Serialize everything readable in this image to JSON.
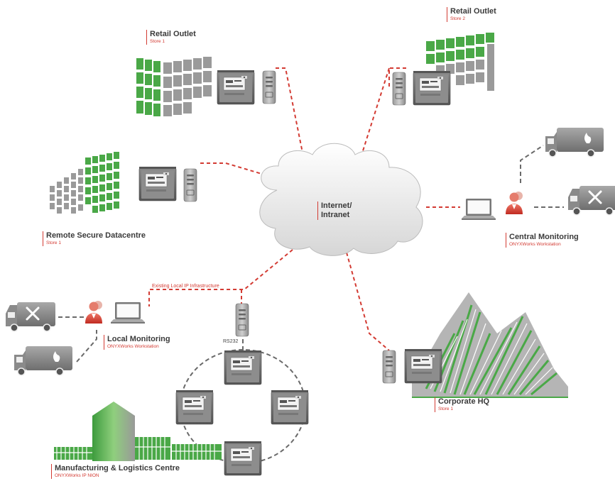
{
  "cloud": {
    "line1": "Internet/",
    "line2": "Intranet"
  },
  "sites": {
    "retail1": {
      "title": "Retail Outlet",
      "subtitle": "Store 1"
    },
    "retail2": {
      "title": "Retail Outlet",
      "subtitle": "Store 2"
    },
    "datacentre": {
      "title": "Remote Secure Datacentre",
      "subtitle": "Store 1"
    },
    "central": {
      "title": "Central Monitoring",
      "subtitle": "ONYXWorks Workstation"
    },
    "local": {
      "title": "Local Monitoring",
      "subtitle": "ONYXWorks Workstation"
    },
    "hq": {
      "title": "Corporate HQ",
      "subtitle": "Store 1"
    },
    "manufacturing": {
      "title": "Manufacturing & Logistics Centre",
      "subtitle": "ONYXWorks IP NION"
    }
  },
  "links": {
    "existing_ip": "Existing Local IP Infrastructure",
    "rs232": "RS232"
  },
  "colors": {
    "link": "#d33b33",
    "green": "#4aa847",
    "grey": "#9a9a9a",
    "panel": "#6e6e6e",
    "van": "#8a8a8a"
  },
  "icons": [
    "building-icon",
    "panel-icon",
    "server-icon",
    "laptop-icon",
    "operator-icon",
    "fire-van-icon",
    "service-van-icon",
    "cloud-icon"
  ]
}
